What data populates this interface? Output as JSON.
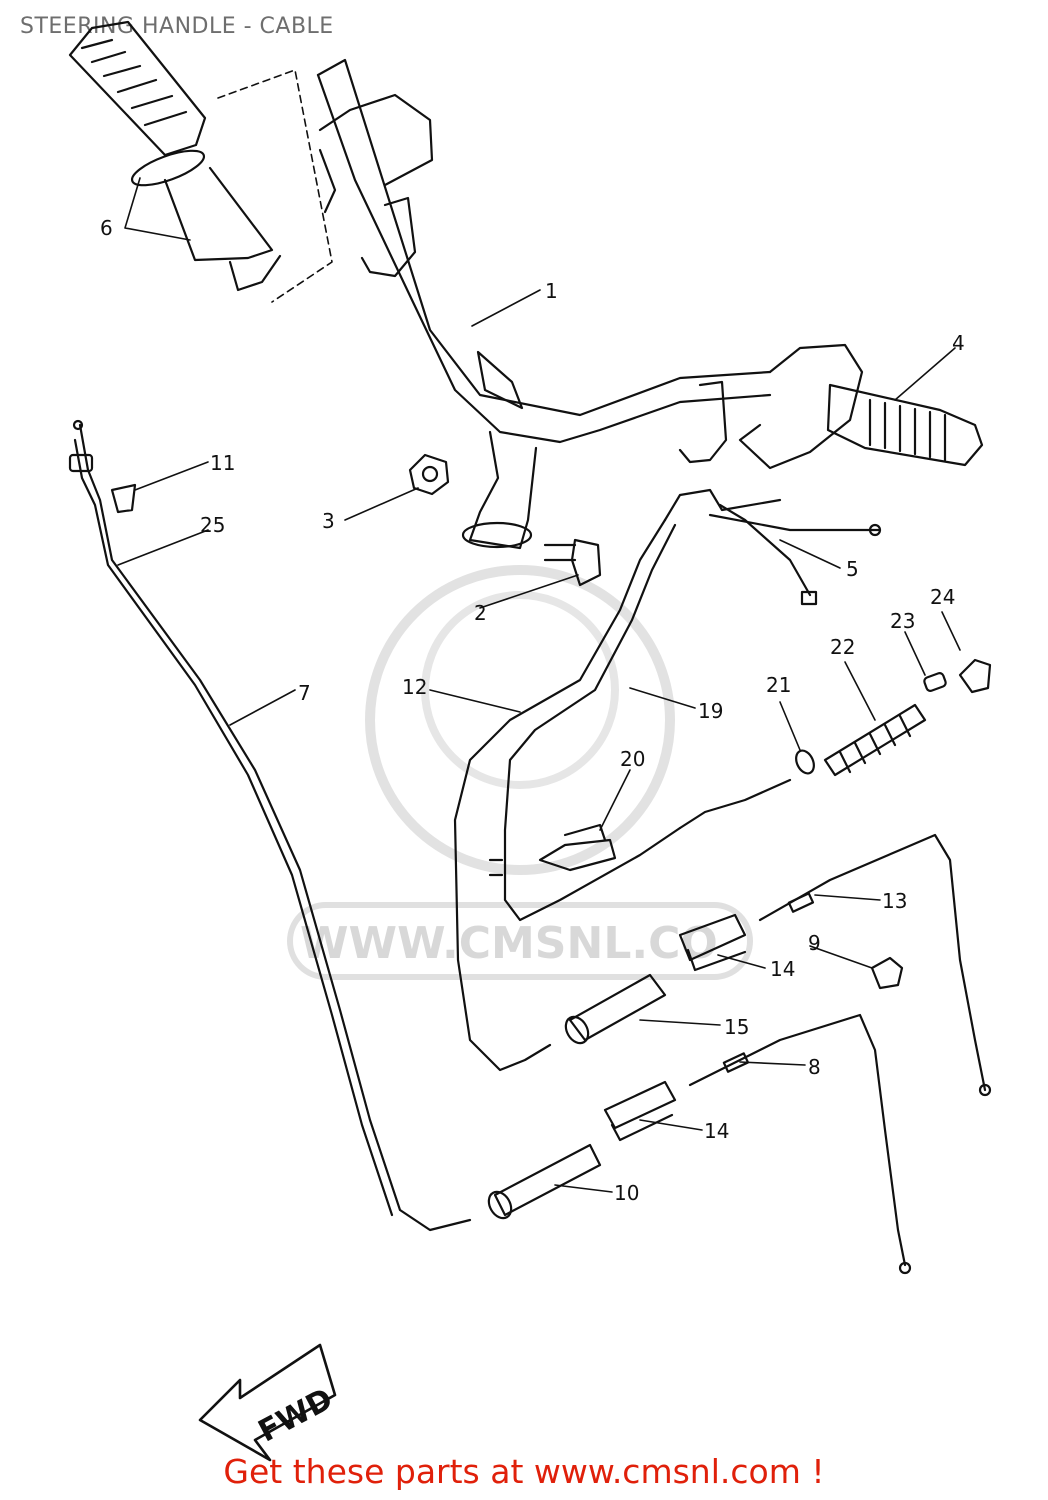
{
  "title": "STEERING HANDLE - CABLE",
  "watermark": "WWW.CMSNL.CO",
  "direction_marker": "FWD",
  "footer_link": "Get these parts at www.cmsnl.com !",
  "colors": {
    "line": "#111111",
    "title": "#6e6e6e",
    "watermark": "#d8d8d8",
    "footer": "#e0200a"
  },
  "parts": [
    {
      "id": "part-1",
      "label": "1"
    },
    {
      "id": "part-2",
      "label": "2"
    },
    {
      "id": "part-3",
      "label": "3"
    },
    {
      "id": "part-4",
      "label": "4"
    },
    {
      "id": "part-5",
      "label": "5"
    },
    {
      "id": "part-6",
      "label": "6"
    },
    {
      "id": "part-7",
      "label": "7"
    },
    {
      "id": "part-8",
      "label": "8"
    },
    {
      "id": "part-9",
      "label": "9"
    },
    {
      "id": "part-10",
      "label": "10"
    },
    {
      "id": "part-11",
      "label": "11"
    },
    {
      "id": "part-12",
      "label": "12"
    },
    {
      "id": "part-13",
      "label": "13"
    },
    {
      "id": "part-14a",
      "label": "14"
    },
    {
      "id": "part-14b",
      "label": "14"
    },
    {
      "id": "part-15",
      "label": "15"
    },
    {
      "id": "part-19",
      "label": "19"
    },
    {
      "id": "part-20",
      "label": "20"
    },
    {
      "id": "part-21",
      "label": "21"
    },
    {
      "id": "part-22",
      "label": "22"
    },
    {
      "id": "part-23",
      "label": "23"
    },
    {
      "id": "part-24",
      "label": "24"
    },
    {
      "id": "part-25",
      "label": "25"
    }
  ]
}
